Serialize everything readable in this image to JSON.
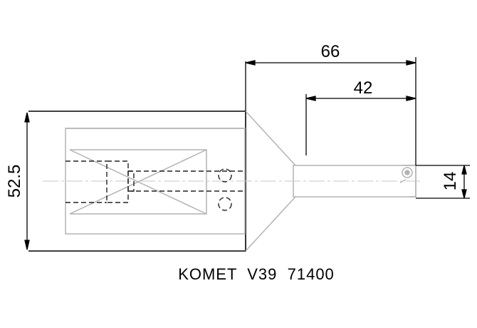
{
  "drawing": {
    "dimensions": {
      "overall_length": "66",
      "shank_length": "42",
      "body_height": "52.5",
      "shank_offset": "14"
    },
    "caption": "KOMET  V39  71400",
    "colors": {
      "outline": "#000000",
      "part": "#b3b3b3",
      "hidden": "#222222",
      "center_line": "#c8c8c8"
    }
  }
}
